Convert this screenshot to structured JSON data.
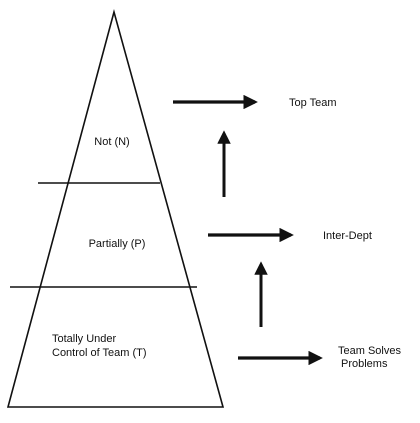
{
  "pyramid": {
    "tiers": [
      {
        "id": "top",
        "label_lines": [
          "Not (N)"
        ]
      },
      {
        "id": "middle",
        "label_lines": [
          "Partially (P)"
        ]
      },
      {
        "id": "bottom",
        "label_lines": [
          "Totally Under",
          "Control of Team (T)"
        ]
      }
    ]
  },
  "destinations": [
    {
      "id": "top-team",
      "label_lines": [
        "Top Team"
      ]
    },
    {
      "id": "inter-dept",
      "label_lines": [
        "Inter-Dept"
      ]
    },
    {
      "id": "team-solves",
      "label_lines": [
        "Team Solves",
        "Problems"
      ]
    }
  ],
  "colors": {
    "ink": "#111111",
    "background": "#ffffff"
  }
}
